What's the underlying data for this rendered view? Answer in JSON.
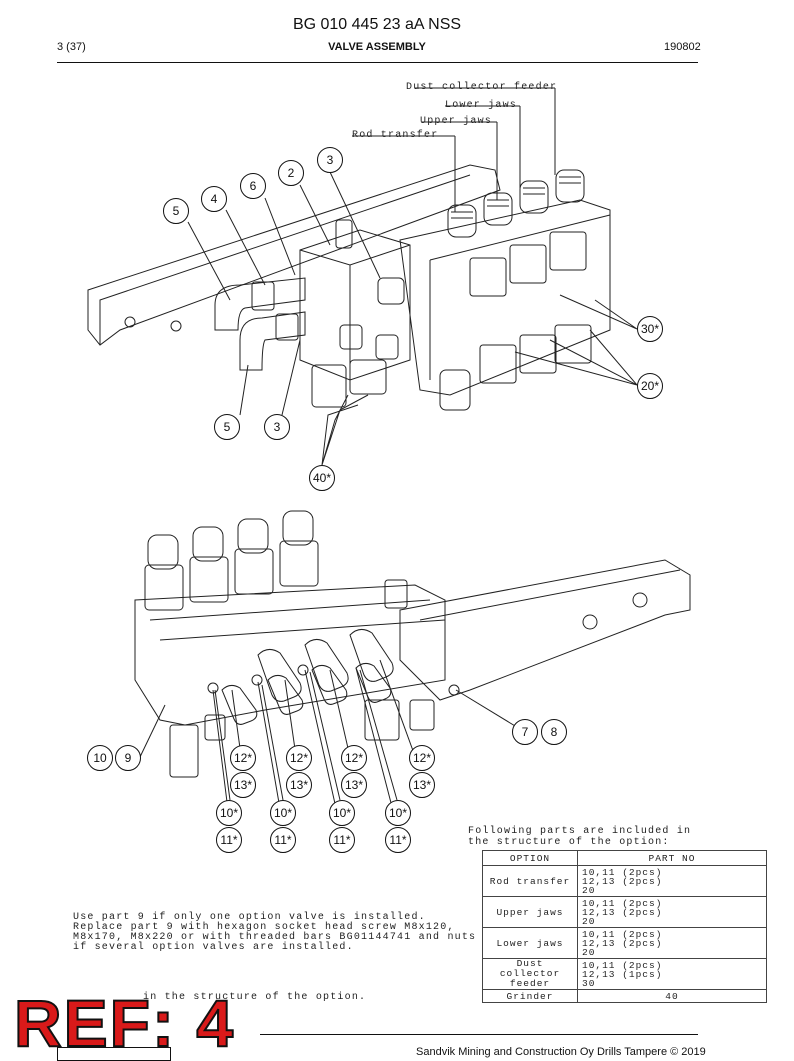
{
  "header": {
    "doc_title": "BG 010 445 23 aA NSS",
    "page": "3 (37)",
    "section": "VALVE ASSEMBLY",
    "date_code": "190802"
  },
  "drawing_labels": {
    "dust_collector_feeder": "Dust collector feeder",
    "lower_jaws": "Lower jaws",
    "upper_jaws": "Upper jaws",
    "rod_transfer": "Rod transfer"
  },
  "callouts_top": [
    "3",
    "2",
    "6",
    "4",
    "5",
    "5",
    "3",
    "30*",
    "20*",
    "40*"
  ],
  "callouts_bottom": [
    "10",
    "9",
    "7",
    "8",
    "12*",
    "12*",
    "12*",
    "12*",
    "13*",
    "13*",
    "13*",
    "13*",
    "10*",
    "10*",
    "10*",
    "10*",
    "11*",
    "11*",
    "11*",
    "11*"
  ],
  "notes": {
    "included_line1": "Following parts are included in",
    "included_line2": "the structure of the option:",
    "use_part_line1": "Use part 9 if only one option valve is installed.",
    "use_part_line2": "Replace part 9 with hexagon socket head screw M8x120,",
    "use_part_line3": "M8x170, M8x220 or with threaded bars BG01144741 and nuts",
    "use_part_line4": "if several option valves are installed.",
    "structure_note": "in the structure of the option."
  },
  "option_table": {
    "col_option": "OPTION",
    "col_part_no": "PART NO",
    "rows": [
      {
        "option_lines": [
          "Rod transfer"
        ],
        "parts": [
          "10,11 (2pcs)",
          "12,13 (2pcs)",
          "20"
        ]
      },
      {
        "option_lines": [
          "Upper jaws"
        ],
        "parts": [
          "10,11 (2pcs)",
          "12,13 (2pcs)",
          "20"
        ]
      },
      {
        "option_lines": [
          "Lower jaws"
        ],
        "parts": [
          "10,11 (2pcs)",
          "12,13 (2pcs)",
          "20"
        ]
      },
      {
        "option_lines": [
          "Dust",
          "collector",
          "feeder"
        ],
        "parts": [
          "10,11 (2pcs)",
          "12,13 (1pcs)",
          "30"
        ]
      },
      {
        "option_lines": [
          "Grinder"
        ],
        "parts": [
          "40"
        ]
      }
    ]
  },
  "ref_stamp": "REF: 4",
  "footer": {
    "company": "Sandvik Mining and Construction Oy Drills Tampere © 2019"
  },
  "colors": {
    "stamp_red": "#d91a1a",
    "ink": "#111111"
  }
}
